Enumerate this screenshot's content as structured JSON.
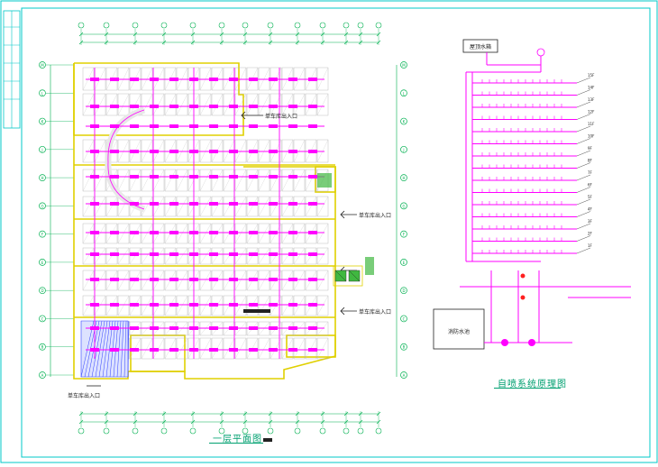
{
  "colors": {
    "frame": "#00c8c8",
    "wall": "#e0d000",
    "pipe": "#ff00ff",
    "dim": "#00b050",
    "text_white": "#222222",
    "title": "#00a070",
    "ramp": "#3040ff"
  },
  "drawing": {
    "plan_title": "一层平面图",
    "system_title": "自喷系统原理图"
  },
  "plan": {
    "entrances": [
      {
        "label": "单车库出入口"
      },
      {
        "label": "单车库出入口"
      },
      {
        "label": "单车库出入口"
      },
      {
        "label": "单车库出入口"
      }
    ],
    "axis_labels_left": [
      "M",
      "L",
      "K",
      "J",
      "H",
      "G",
      "F",
      "E",
      "D",
      "C",
      "B",
      "A"
    ],
    "axis_labels_right": [
      "M",
      "L",
      "K",
      "J",
      "H",
      "G",
      "F",
      "E",
      "D",
      "C",
      "B",
      "A"
    ]
  },
  "system": {
    "tank_top_label": "屋顶水箱",
    "tank_bottom_label": "消防水池",
    "floor_tags": [
      "15F",
      "14F",
      "13F",
      "12F",
      "11F",
      "10F",
      "9F",
      "8F",
      "7F",
      "6F",
      "5F",
      "4F",
      "3F",
      "2F",
      "1F"
    ]
  },
  "icons": {
    "title_block": "title-block-icon",
    "valve": "valve-icon"
  }
}
